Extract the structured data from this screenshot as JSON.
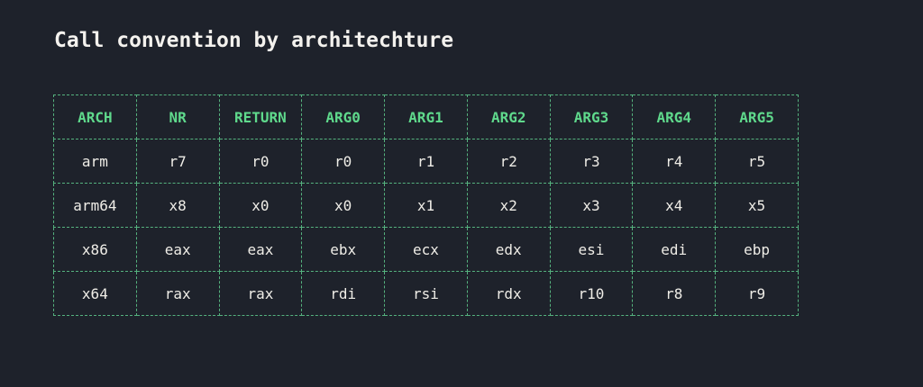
{
  "page": {
    "title": "Call convention by architechture",
    "background_color": "#1e222b"
  },
  "table": {
    "border_color": "#55b27e",
    "header_text_color": "#5fd98c",
    "cell_text_color": "#efede7",
    "headers": [
      "ARCH",
      "NR",
      "RETURN",
      "ARG0",
      "ARG1",
      "ARG2",
      "ARG3",
      "ARG4",
      "ARG5"
    ],
    "rows": [
      [
        "arm",
        "r7",
        "r0",
        "r0",
        "r1",
        "r2",
        "r3",
        "r4",
        "r5"
      ],
      [
        "arm64",
        "x8",
        "x0",
        "x0",
        "x1",
        "x2",
        "x3",
        "x4",
        "x5"
      ],
      [
        "x86",
        "eax",
        "eax",
        "ebx",
        "ecx",
        "edx",
        "esi",
        "edi",
        "ebp"
      ],
      [
        "x64",
        "rax",
        "rax",
        "rdi",
        "rsi",
        "rdx",
        "r10",
        "r8",
        "r9"
      ]
    ]
  }
}
